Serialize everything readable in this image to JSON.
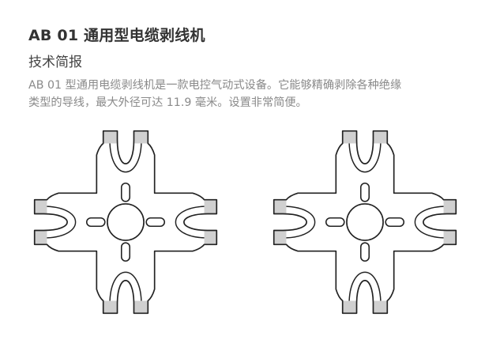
{
  "document": {
    "title": "AB 01 通用型电缆剥线机",
    "subtitle": "技术简报",
    "description_lines": [
      "AB 01 型通用电缆剥线机是一款电控气动式设备。它能够精确剥除各种绝缘",
      "类型的导线，最大外径可达 11.9 毫米。设置非常简便。"
    ]
  },
  "colors": {
    "title": "#333333",
    "subtitle": "#444444",
    "body_text": "#8a8a8a",
    "line_art": "#222222",
    "bevel_fill": "#d0d0d0"
  }
}
